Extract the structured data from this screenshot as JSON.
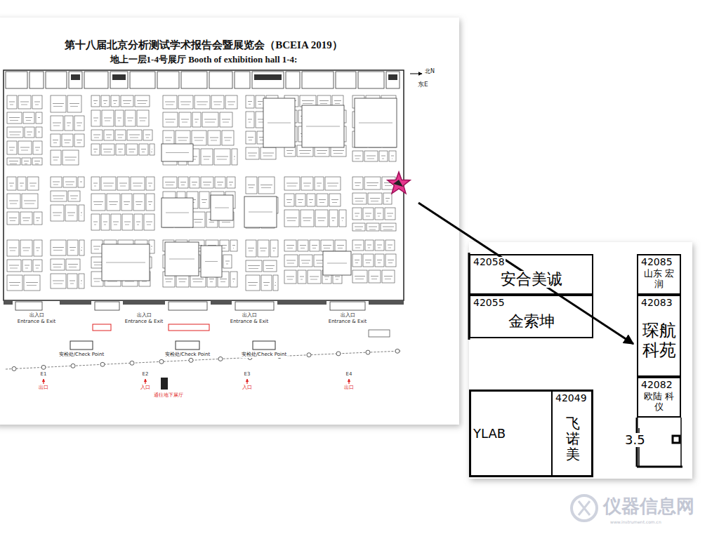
{
  "diagram": {
    "title": "第十八届北京分析测试学术报告会暨展览会（BCEIA 2019）",
    "nodes": [
      {
        "text": [
          "42058",
          "安合美诚"
        ]
      },
      {
        "text": [
          "42055",
          "金索坤"
        ]
      },
      {
        "text": [
          "YLAB"
        ]
      },
      {
        "text": [
          "42049",
          "飞诺美"
        ],
        "in": 2
      },
      {
        "text": [
          "42085",
          "山东 宏润"
        ]
      },
      {
        "text": [
          "42083",
          "琛航 科苑"
        ]
      },
      {
        "text": [
          "42082",
          "欧陆 科仪"
        ]
      }
    ],
    "labels": [
      "地上一层1-4号展厅 Booth of exhibition hall 1-4:",
      "北N",
      "东E",
      "出入口",
      "Entrance & Exit",
      "出入口",
      "Entrance & Exit",
      "出入口",
      "Entrance & Exit",
      "出入口",
      "Entrance & Exit",
      "安检处/Check Point",
      "安检处/Check Point",
      "安检处/Check Point",
      "E1",
      "出口",
      "E2",
      "入口",
      "通往地下展厅",
      "E3",
      "入口",
      "E4",
      "出口",
      "3.5",
      "仪器信息网",
      "www.instrument.com.cn"
    ]
  }
}
